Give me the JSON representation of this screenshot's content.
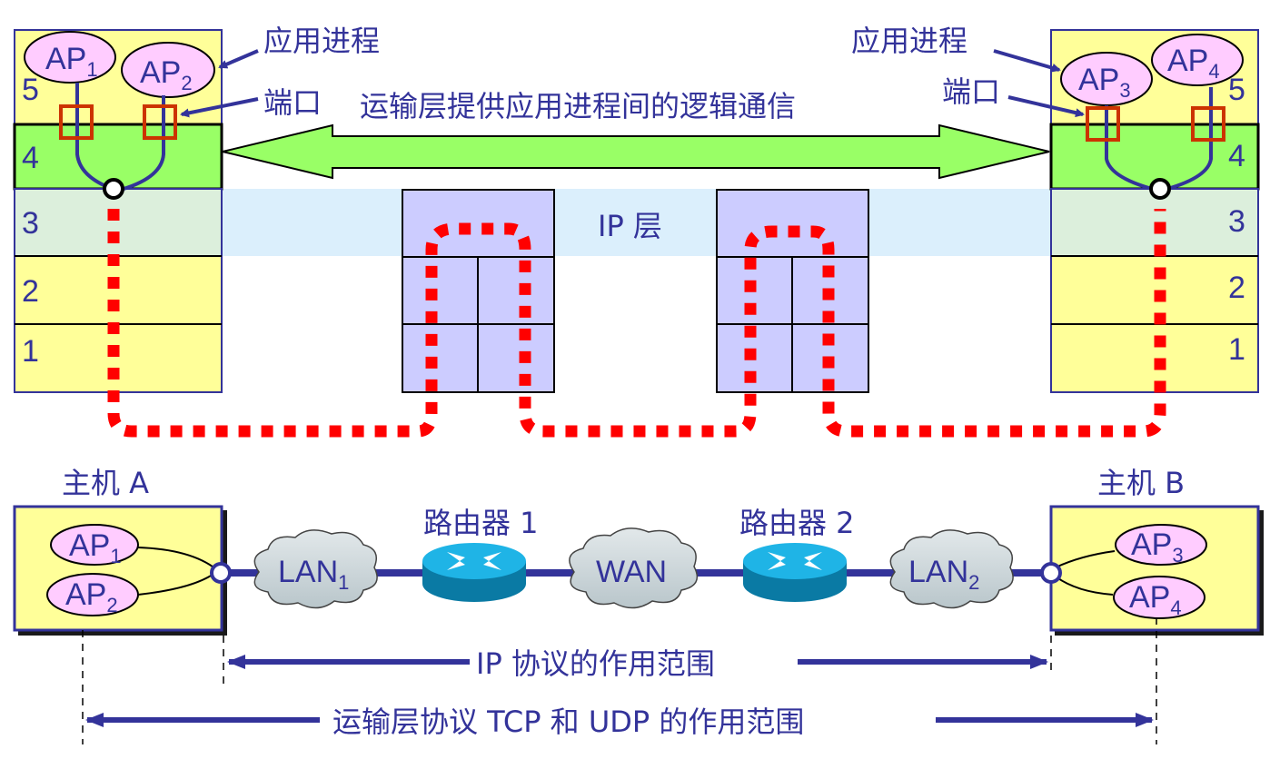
{
  "colors": {
    "text": "#33339a",
    "app_layer": "#ffff99",
    "transport_layer": "#99ff66",
    "ip_band": "#dbeffc",
    "host_ip_layer": "#dcefdc",
    "router_box": "#ccccff",
    "ap_ellipse": "#ffccff",
    "port_box": "#cc3300",
    "path_dots": "#ff0000",
    "cloud": "#cfd8dc",
    "router_top": "#1fb4e6",
    "router_side": "#0a7aa4"
  },
  "top": {
    "left_host": {
      "layers": [
        "5",
        "4",
        "3",
        "2",
        "1"
      ],
      "processes": [
        {
          "base": "AP",
          "sub": "1"
        },
        {
          "base": "AP",
          "sub": "2"
        }
      ]
    },
    "right_host": {
      "layers": [
        "5",
        "4",
        "3",
        "2",
        "1"
      ],
      "processes": [
        {
          "base": "AP",
          "sub": "3"
        },
        {
          "base": "AP",
          "sub": "4"
        }
      ]
    },
    "labels": {
      "app_process_left": "应用进程",
      "port_left": "端口",
      "app_process_right": "应用进程",
      "port_right": "端口",
      "logical_comm": "运输层提供应用进程间的逻辑通信",
      "ip_layer": "IP 层"
    }
  },
  "bottom": {
    "host_a": {
      "title": "主机 A",
      "processes": [
        {
          "base": "AP",
          "sub": "1"
        },
        {
          "base": "AP",
          "sub": "2"
        }
      ]
    },
    "host_b": {
      "title": "主机 B",
      "processes": [
        {
          "base": "AP",
          "sub": "3"
        },
        {
          "base": "AP",
          "sub": "4"
        }
      ]
    },
    "networks": [
      {
        "base": "LAN",
        "sub": "1"
      },
      {
        "base": "WAN",
        "sub": ""
      },
      {
        "base": "LAN",
        "sub": "2"
      }
    ],
    "routers": [
      {
        "label": "路由器 1"
      },
      {
        "label": "路由器 2"
      }
    ],
    "ranges": {
      "ip_scope": "IP 协议的作用范围",
      "transport_scope": "运输层协议 TCP 和 UDP 的作用范围"
    }
  }
}
